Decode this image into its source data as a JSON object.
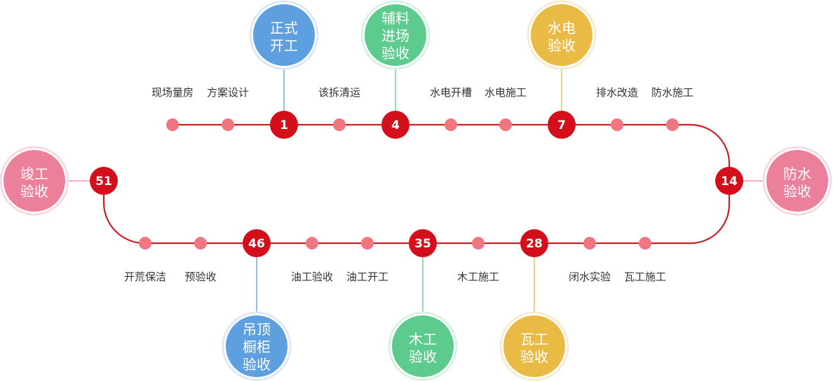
{
  "colors": {
    "track": "#cc1f24",
    "dot": "#f07680",
    "milestone": "#d20f1b",
    "blue": "#5e9fdf",
    "green": "#5ccb8d",
    "yellow": "#e9bb45",
    "pink": "#ec7f99"
  },
  "milestones": [
    {
      "id": "m1",
      "number": "1",
      "bubble": [
        "正式",
        "开工"
      ],
      "color": "blue"
    },
    {
      "id": "m4",
      "number": "4",
      "bubble": [
        "辅料",
        "进场",
        "验收"
      ],
      "color": "green"
    },
    {
      "id": "m7",
      "number": "7",
      "bubble": [
        "水电",
        "验收"
      ],
      "color": "yellow"
    },
    {
      "id": "m14",
      "number": "14",
      "bubble": [
        "防水",
        "验收"
      ],
      "color": "pink"
    },
    {
      "id": "m28",
      "number": "28",
      "bubble": [
        "瓦工",
        "验收"
      ],
      "color": "yellow"
    },
    {
      "id": "m35",
      "number": "35",
      "bubble": [
        "木工",
        "验收"
      ],
      "color": "green"
    },
    {
      "id": "m46",
      "number": "46",
      "bubble": [
        "吊顶",
        "橱柜",
        "验收"
      ],
      "color": "blue"
    },
    {
      "id": "m51",
      "number": "51",
      "bubble": [
        "竣工",
        "验收"
      ],
      "color": "pink"
    }
  ],
  "steps_top": [
    "现场量房",
    "方案设计",
    "该拆清运",
    "水电开槽",
    "水电施工",
    "排水改造",
    "防水施工"
  ],
  "steps_bottom": [
    "开荒保洁",
    "预验收",
    "油工验收",
    "油工开工",
    "木工施工",
    "闭水实验",
    "瓦工施工"
  ]
}
